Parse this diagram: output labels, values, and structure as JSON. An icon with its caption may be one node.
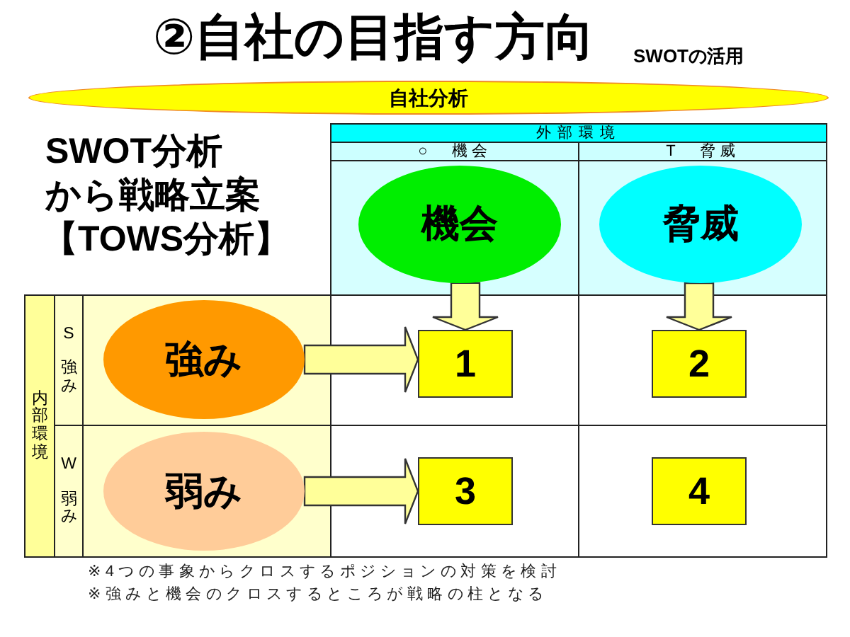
{
  "diagram": {
    "title": "②自社の目指す方向",
    "nodes": [
      {
        "text": [
          "自社分析"
        ]
      },
      {
        "text": [
          "外部環境"
        ]
      },
      {
        "text": [
          "○",
          "機会"
        ]
      },
      {
        "text": [
          "T",
          "脅威"
        ]
      },
      {
        "text": [
          "機会"
        ]
      },
      {
        "text": [
          "脅威"
        ]
      },
      {
        "text": [
          "内部環境"
        ]
      },
      {
        "text": [
          "S",
          "強み"
        ]
      },
      {
        "text": [
          "強み"
        ]
      },
      {
        "text": [
          "1"
        ]
      },
      {
        "text": [
          "2"
        ]
      },
      {
        "text": [
          "W",
          "弱み"
        ]
      },
      {
        "text": [
          "弱み"
        ]
      },
      {
        "text": [
          "3"
        ]
      },
      {
        "text": [
          "4"
        ]
      }
    ],
    "edges": [
      {
        "from": 4,
        "to": 9,
        "arrow": "to"
      },
      {
        "from": 5,
        "to": 10,
        "arrow": "to"
      },
      {
        "from": 8,
        "to": 9,
        "arrow": "to"
      },
      {
        "from": 12,
        "to": 13,
        "arrow": "to"
      }
    ],
    "labels": [
      "SWOTの活用",
      "SWOT分析",
      "から戦略立案",
      "【TOWS分析】",
      "※4つの事象からクロスするポジションの対策を検討",
      "※強みと機会のクロスするところが戦略の柱となる"
    ]
  }
}
